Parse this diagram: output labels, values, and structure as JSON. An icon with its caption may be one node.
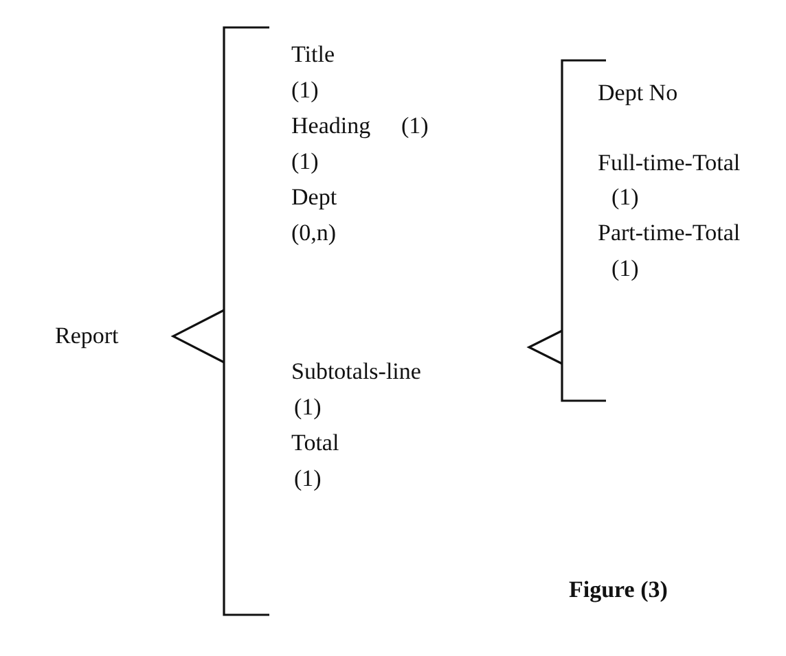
{
  "diagram": {
    "caption": "Figure (3)",
    "labels": [
      "Report",
      "Title",
      "(1)",
      "Heading",
      "(1)",
      "(1)",
      "Dept",
      "(0,n)",
      "Subtotals-line",
      "(1)",
      "Total",
      "(1)",
      "Dept No",
      "Full-time-Total",
      "(1)",
      "Part-time-Total",
      "(1)"
    ]
  }
}
